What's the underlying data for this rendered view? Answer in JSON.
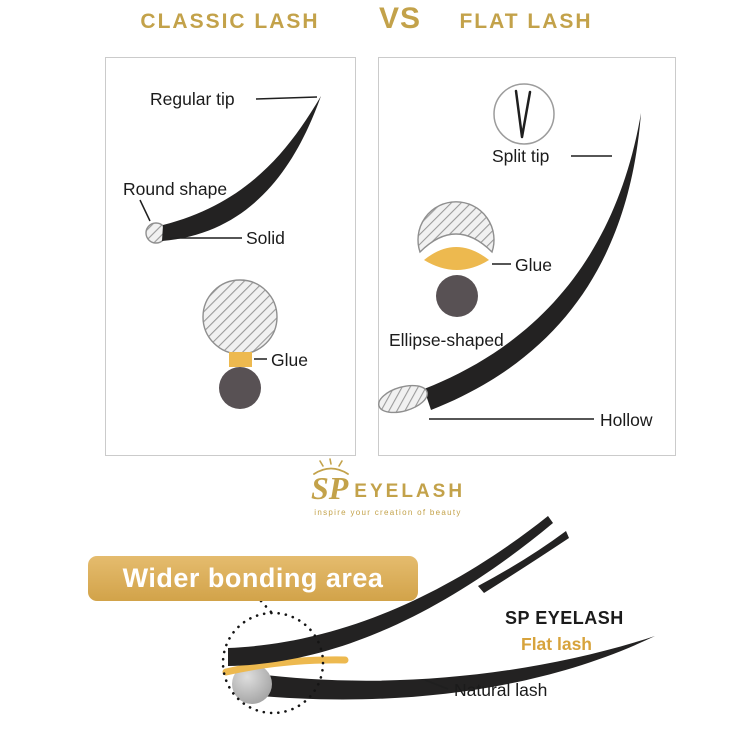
{
  "header": {
    "classic_title": "CLASSIC LASH",
    "vs": "VS",
    "flat_title": "FLAT LASH"
  },
  "classic_panel": {
    "regular_tip": "Regular tip",
    "round_shape": "Round shape",
    "solid": "Solid",
    "glue": "Glue"
  },
  "flat_panel": {
    "split_tip": "Split tip",
    "glue": "Glue",
    "ellipse_shaped": "Ellipse-shaped",
    "hollow": "Hollow"
  },
  "logo": {
    "brand_prefix": "SP",
    "brand_name": "EYELASH",
    "tagline": "inspire your creation of beauty"
  },
  "comparison": {
    "banner": "Wider bonding area",
    "brand_label": "SP EYELASH",
    "flat_lash": "Flat lash",
    "natural_lash": "Natural lash"
  },
  "colors": {
    "gold_text": "#C3A24A",
    "banner_gold": "#DFAD4E",
    "glue_gold": "#EDB94F",
    "natural_lash_dark": "#585154",
    "lash_black": "#232222",
    "label_text": "#1B1B1B",
    "box_border": "#CBCBCB",
    "flat_lash_gold": "#D7A33C"
  }
}
